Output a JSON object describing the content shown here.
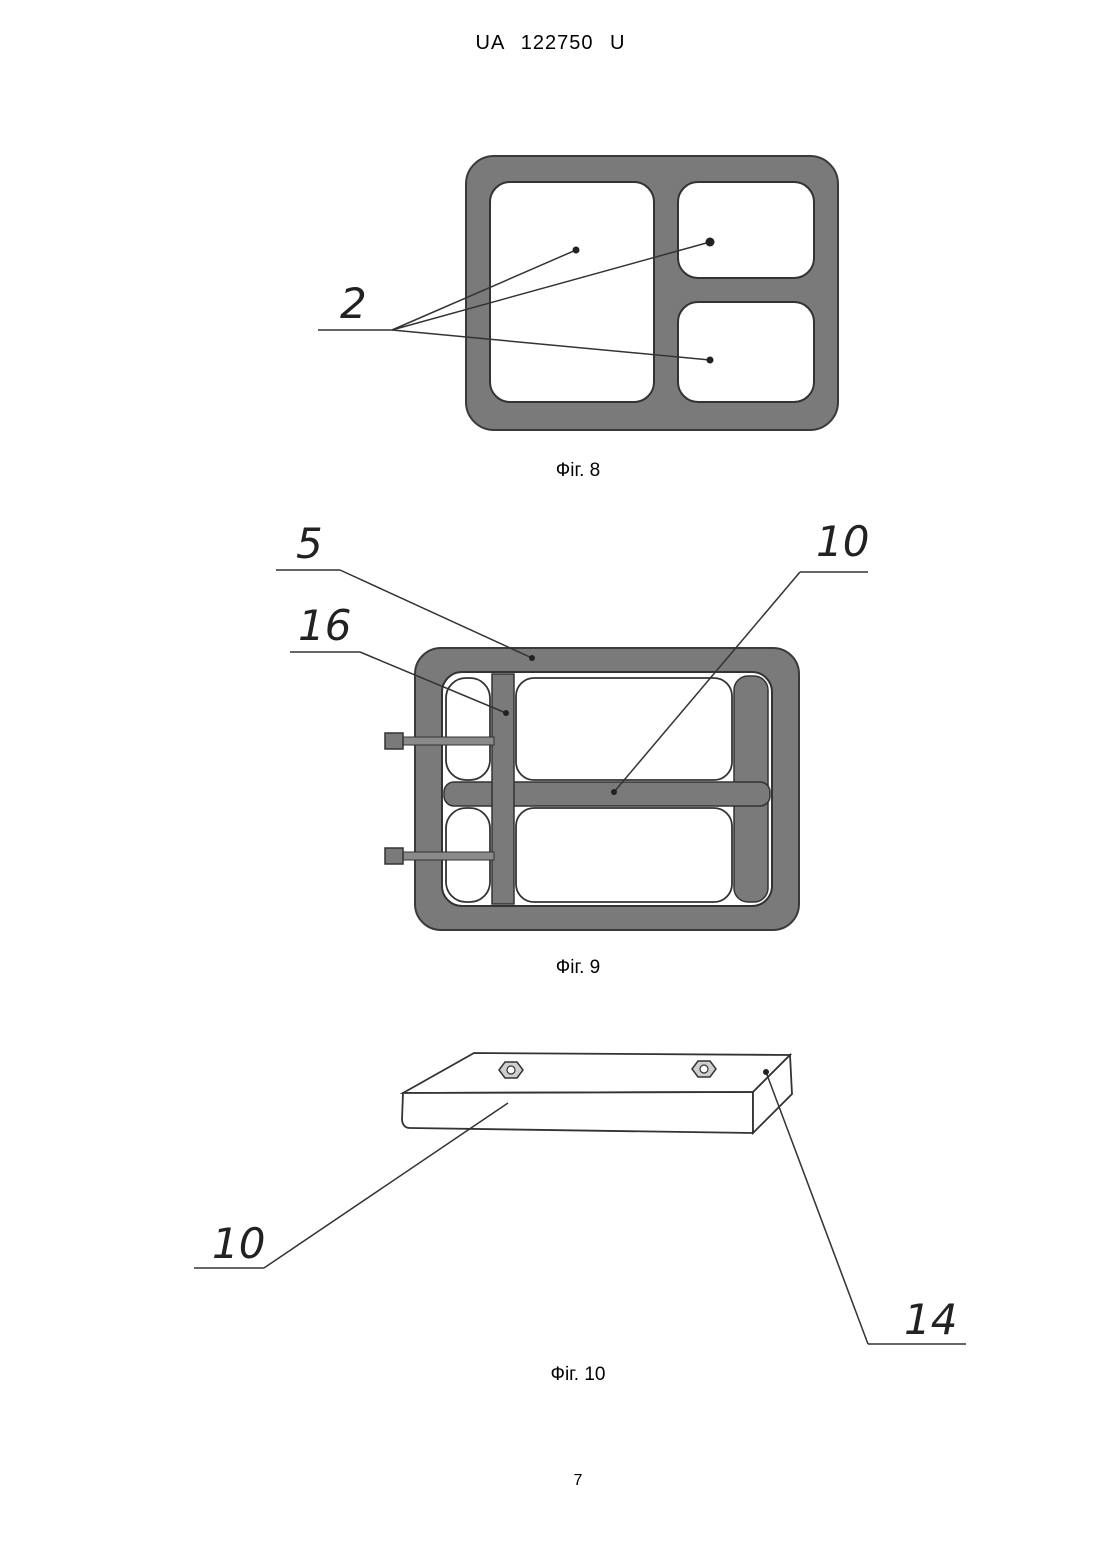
{
  "header": {
    "patent_number": "UA   122750   U"
  },
  "figures": [
    {
      "id": "fig8",
      "caption": "Фіг. 8",
      "labels": [
        "2"
      ]
    },
    {
      "id": "fig9",
      "caption": "Фіг. 9",
      "labels": [
        "5",
        "16",
        "10"
      ]
    },
    {
      "id": "fig10",
      "caption": "Фіг. 10",
      "labels": [
        "10",
        "14"
      ]
    }
  ],
  "footer": {
    "page_number": "7"
  },
  "colors": {
    "frame_fill": "#7a7a7a",
    "frame_stroke": "#3a3a3a",
    "line": "#333333"
  }
}
